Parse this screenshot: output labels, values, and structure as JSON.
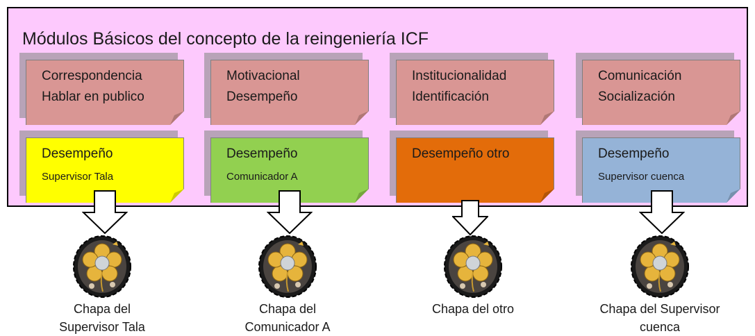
{
  "title": "Módulos Básicos del concepto de la reingeniería ICF",
  "top_row": [
    {
      "line1": "Correspondencia",
      "line2": "Hablar en publico",
      "color": "#d99694"
    },
    {
      "line1": "Motivacional",
      "line2": "Desempeño",
      "color": "#d99694"
    },
    {
      "line1": "Institucionalidad",
      "line2": "Identificación",
      "color": "#d99694"
    },
    {
      "line1": "Comunicación",
      "line2": "Socialización",
      "color": "#d99694"
    }
  ],
  "bottom_row": [
    {
      "line1": "Desempeño",
      "line2": "Supervisor Tala",
      "color": "#ffff00"
    },
    {
      "line1": "Desempeño",
      "line2": "Comunicador A",
      "color": "#92d050"
    },
    {
      "line1": "Desempeño otro",
      "line2": "",
      "color": "#e36c0a"
    },
    {
      "line1": "Desempeño",
      "line2": "Supervisor cuenca",
      "color": "#95b3d7"
    }
  ],
  "badges": [
    {
      "icon": "flower-badge-icon",
      "caption_line1": "Chapa del",
      "caption_line2": "Supervisor Tala"
    },
    {
      "icon": "flower-badge-icon",
      "caption_line1": "Chapa del",
      "caption_line2": "Comunicador A"
    },
    {
      "icon": "flower-badge-icon",
      "caption_line1": "Chapa del otro",
      "caption_line2": ""
    },
    {
      "icon": "flower-badge-icon",
      "caption_line1": "Chapa del Supervisor",
      "caption_line2": "cuenca"
    }
  ],
  "colors": {
    "frame_bg": "#fdc9fd",
    "shadow": "#b8a3b8",
    "badge_border": "#1a1a1a"
  }
}
